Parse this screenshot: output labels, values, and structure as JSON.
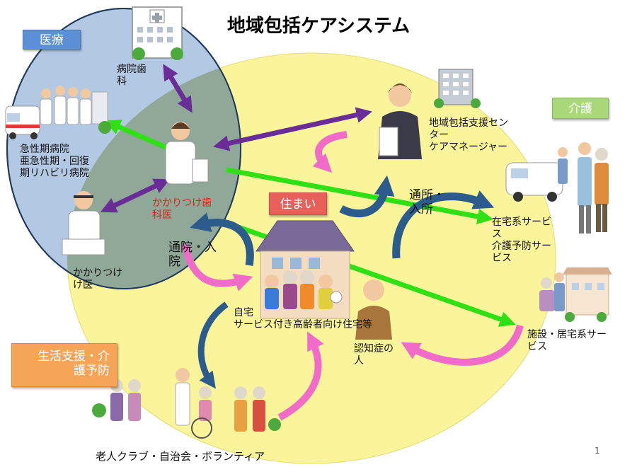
{
  "title": "地域包括ケアシステム",
  "page_number": "1",
  "categories": {
    "medical": "医療",
    "care": "介護",
    "housing": "住まい",
    "life_support": "生活支援・介\n護予防"
  },
  "nodes": {
    "hospital_dental": "病院歯\n科",
    "acute_hospital": "急性期病院\n亜急性期・回復\n期リハビリ病院",
    "family_dentist": "かかりつけ歯\n科医",
    "family_doctor": "かかりつけ\nけ医",
    "support_center": "地域包括支援セン\nター\nケアマネージャー",
    "home_care_service": "在宅系サービ\nス\n介護予防サー\nビス",
    "facility_service": "施設・居宅系サー\nビス",
    "home": "自宅\nサービス付き高齢者向け住宅等",
    "dementia": "認知症の\n人",
    "community_groups": "老人クラブ・自治会・ボランティア",
    "outpatient_left": "通院・入\n院",
    "outpatient_right": "通所・\n入所"
  },
  "colors": {
    "medical_circle": "#b3c8e2",
    "care_circle": "#faf49a",
    "overlap": "#8fa898",
    "medical_tag": "#5b8fd6",
    "care_tag": "#a8d878",
    "housing_tag": "#e8605a",
    "life_tag": "#f6a558",
    "arrow_green": "#2ee014",
    "arrow_purple": "#6a2c96",
    "arrow_pink": "#f06cc8",
    "arrow_blue": "#2c5c8c",
    "red_text": "#d8241c"
  }
}
